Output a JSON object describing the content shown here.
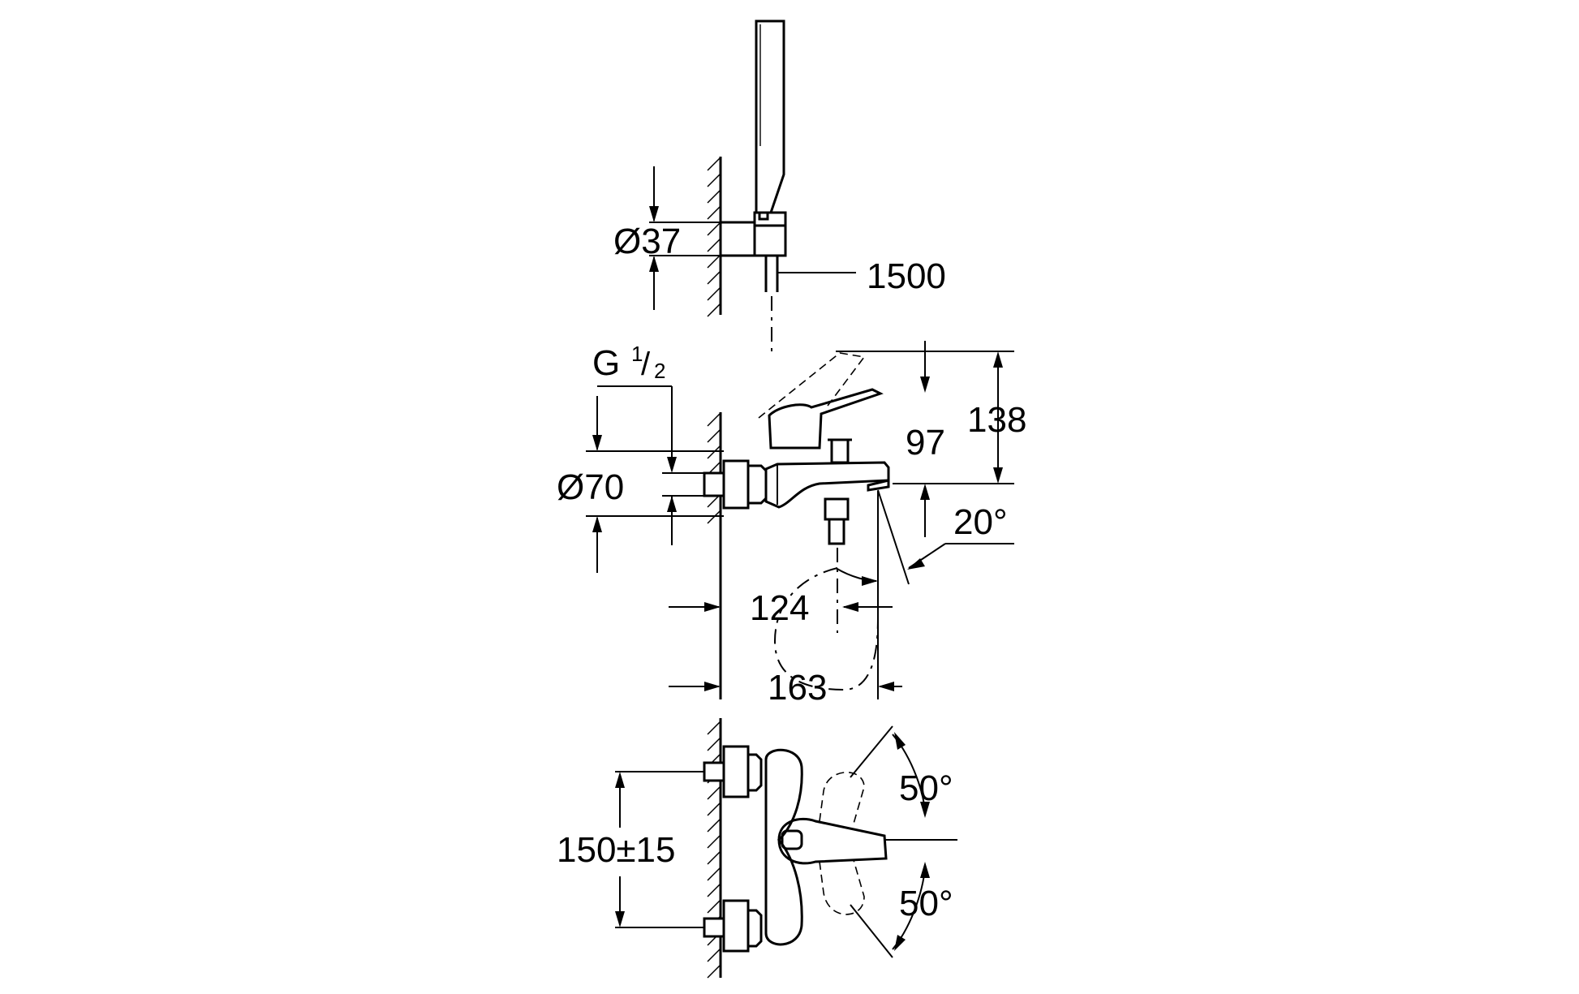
{
  "diagram": {
    "dimensions": {
      "shower_holder_diameter": "Ø37",
      "hose_length": "1500",
      "thread": {
        "letter": "G",
        "numerator": "1",
        "denominator": "2"
      },
      "escutcheon_diameter": "Ø70",
      "lever_height": "97",
      "total_height": "138",
      "spout_angle": "20°",
      "spout_projection_a": "124",
      "spout_projection_b": "163",
      "lever_angle_top": "50°",
      "lever_angle_bottom": "50°",
      "connection_centers": "150±15"
    }
  }
}
